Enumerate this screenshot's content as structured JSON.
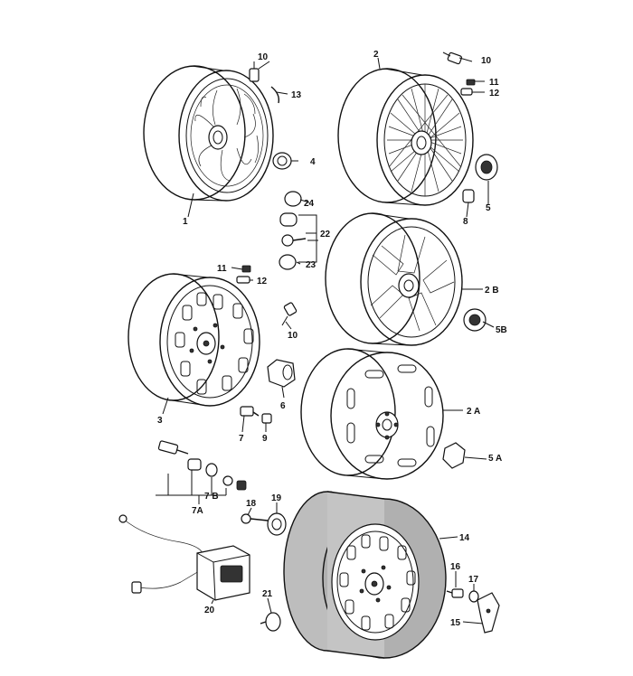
{
  "labels": {
    "l1": "1",
    "l2": "2",
    "l2a": "2 A",
    "l2b": "2 B",
    "l3": "3",
    "l4": "4",
    "l5": "5",
    "l5a": "5 A",
    "l5b": "5B",
    "l6": "6",
    "l7": "7",
    "l7a": "7A",
    "l7b": "7 B",
    "l8": "8",
    "l9": "9",
    "l10a": "10",
    "l10b": "10",
    "l10c": "10",
    "l11a": "11",
    "l11b": "11",
    "l12a": "12",
    "l12b": "12",
    "l13": "13",
    "l14": "14",
    "l15": "15",
    "l16": "16",
    "l17": "17",
    "l18": "18",
    "l19": "19",
    "l20": "20",
    "l21": "21",
    "l22": "22",
    "l23": "23",
    "l24": "24"
  }
}
